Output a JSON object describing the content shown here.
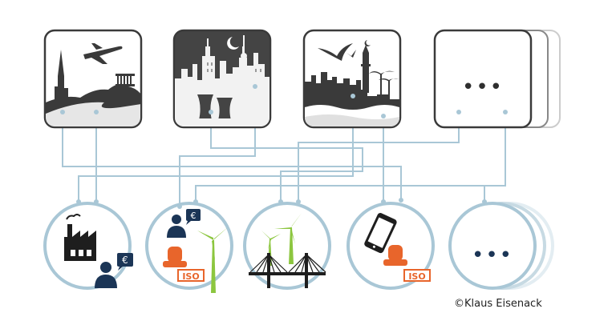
{
  "diagram": {
    "top_row": [
      {
        "id": "city-tourism",
        "kind": "city skyline with cathedral spire, airplane and temple on a hill"
      },
      {
        "id": "city-industrial-night",
        "kind": "night skyline with TV tower, moon and cooling towers"
      },
      {
        "id": "city-coastal",
        "kind": "coastal skyline with birds, minaret and palm trees"
      },
      {
        "id": "city-more",
        "kind": "stacked cards with ellipsis"
      }
    ],
    "bottom_row": [
      {
        "id": "sector-industry",
        "kind": "factory with businessman and euro speech bubble"
      },
      {
        "id": "sector-energy-business",
        "kind": "businessman with euro, wind turbine and ISO stamp"
      },
      {
        "id": "sector-infrastructure",
        "kind": "wind turbines above cable-stayed bridge"
      },
      {
        "id": "sector-technology",
        "kind": "smartphone with ISO stamp"
      },
      {
        "id": "sector-more",
        "kind": "stacked circles with ellipsis"
      }
    ],
    "stamp_text": "ISO",
    "currency_symbol": "€",
    "more_symbol": "•••",
    "copyright": "©Klaus Eisenack"
  },
  "colors": {
    "frame": "#3a3a3a",
    "dark_fill": "#444444",
    "circle_ring": "#a9c7d6",
    "connector": "#a9c7d6",
    "accent_orange": "#e8652b",
    "accent_green": "#8cc63f",
    "navy": "#1b3556"
  }
}
